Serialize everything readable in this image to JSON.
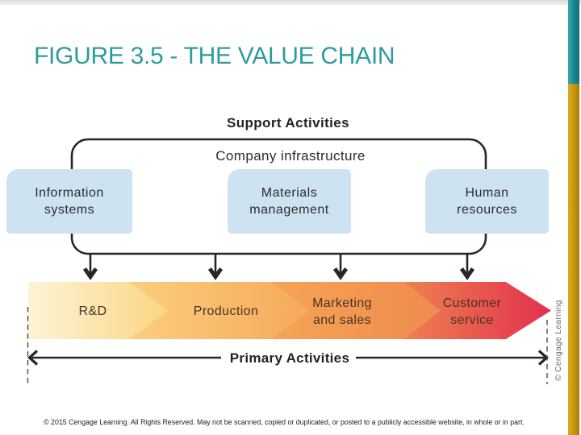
{
  "slide": {
    "title": "FIGURE 3.5 - THE VALUE CHAIN",
    "credit": "© Cengage Learning",
    "footer": "© 2015 Cengage Learning. All Rights Reserved. May not be scanned, copied or duplicated, or posted to a publicly accessible website, in whole or in part."
  },
  "diagram": {
    "support_heading": "Support Activities",
    "infrastructure_label": "Company infrastructure",
    "support_boxes": [
      {
        "lines": [
          "Information",
          "systems"
        ]
      },
      {
        "lines": [
          "Materials",
          "management"
        ]
      },
      {
        "lines": [
          "Human",
          "resources"
        ]
      }
    ],
    "primary_heading": "Primary Activities",
    "primary_segments": [
      {
        "lines": [
          "R&D"
        ]
      },
      {
        "lines": [
          "Production"
        ]
      },
      {
        "lines": [
          "Marketing",
          "and sales"
        ]
      },
      {
        "lines": [
          "Customer",
          "service"
        ]
      }
    ],
    "colors": {
      "title_teal": "#2E9C9E",
      "sidebar_teal": "#14858C",
      "sidebar_gold": "#C3910D",
      "box_blue": "#CDE3F2",
      "outline_black": "#2A2526",
      "band_start_yellow": "#FDF4D6",
      "band_mid_orange": "#F5A556",
      "band_end_red": "#E2304E",
      "band_text_brown": "#483423"
    }
  }
}
